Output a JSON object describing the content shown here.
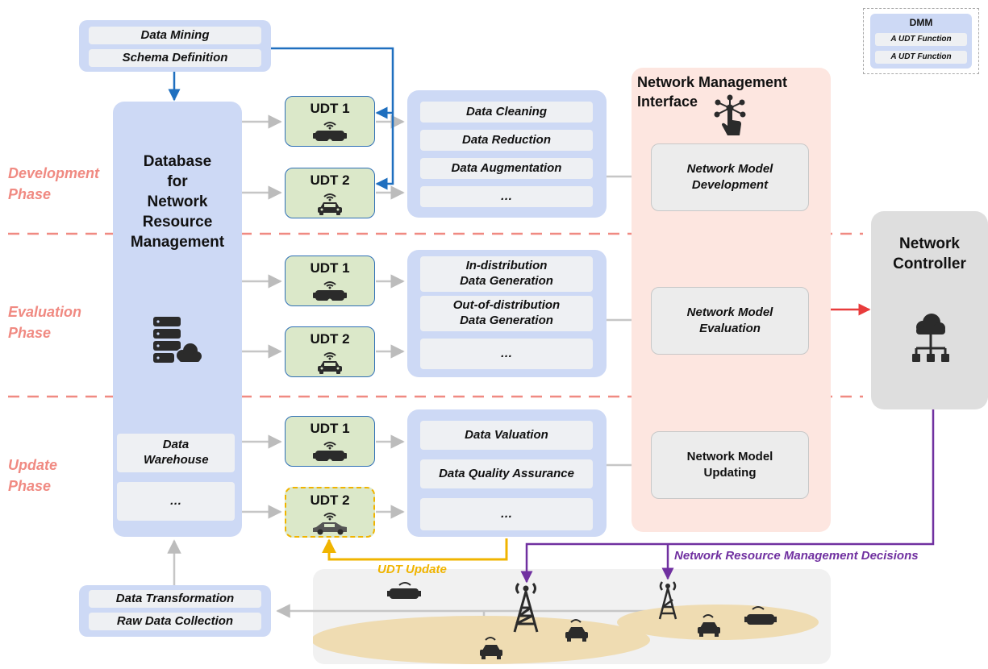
{
  "legend": {
    "title": "DMM",
    "items": [
      "A UDT Function",
      "A UDT Function"
    ]
  },
  "top_stack": [
    "Data Mining",
    "Schema Definition"
  ],
  "bottom_stack": [
    "Data Transformation",
    "Raw Data Collection"
  ],
  "database": {
    "title_lines": [
      "Database",
      "for",
      "Network",
      "Resource",
      "Management"
    ],
    "items": [
      "Data Warehouse",
      "…"
    ],
    "icon": "database-cloud-icon"
  },
  "phases": [
    {
      "name_lines": [
        "Development",
        "Phase"
      ]
    },
    {
      "name_lines": [
        "Evaluation",
        "Phase"
      ]
    },
    {
      "name_lines": [
        "Update",
        "Phase"
      ]
    }
  ],
  "udts": [
    {
      "label": "UDT 1",
      "icon": "vr-headset-icon"
    },
    {
      "label": "UDT 2",
      "icon": "connected-car-icon"
    },
    {
      "label": "UDT 1",
      "icon": "vr-headset-icon"
    },
    {
      "label": "UDT 2",
      "icon": "connected-car-icon"
    },
    {
      "label": "UDT 1",
      "icon": "vr-headset-icon"
    },
    {
      "label": "UDT 2",
      "icon": "connected-car-icon"
    }
  ],
  "functions": {
    "development": [
      "Data Cleaning",
      "Data Reduction",
      "Data Augmentation",
      "…"
    ],
    "evaluation": [
      "In-distribution\nData Generation",
      "Out-of-distribution\nData Generation",
      "…"
    ],
    "update": [
      "Data Valuation",
      "Data Quality Assurance",
      "…"
    ]
  },
  "nmi": {
    "title": "Network Management\nInterface",
    "icon": "touch-network-icon",
    "models": [
      "Network Model\nDevelopment",
      "Network Model\nEvaluation",
      "Network Model\nUpdating"
    ]
  },
  "controller": {
    "title": "Network\nController",
    "icon": "cloud-network-icon"
  },
  "labels": {
    "udt_update": "UDT Update",
    "decisions": "Network Resource Management Decisions"
  },
  "colors": {
    "blue_panel": "#cdd9f5",
    "udt_fill": "#dbe8c9",
    "udt_border": "#2e6fb6",
    "phase_text": "#f08a82",
    "nmi_fill": "#fde6e0",
    "update_arrow": "#f0b400",
    "decision_arrow": "#7030a0",
    "schema_arrow": "#1f6fbf",
    "controller_arrow": "#e83c3c"
  }
}
